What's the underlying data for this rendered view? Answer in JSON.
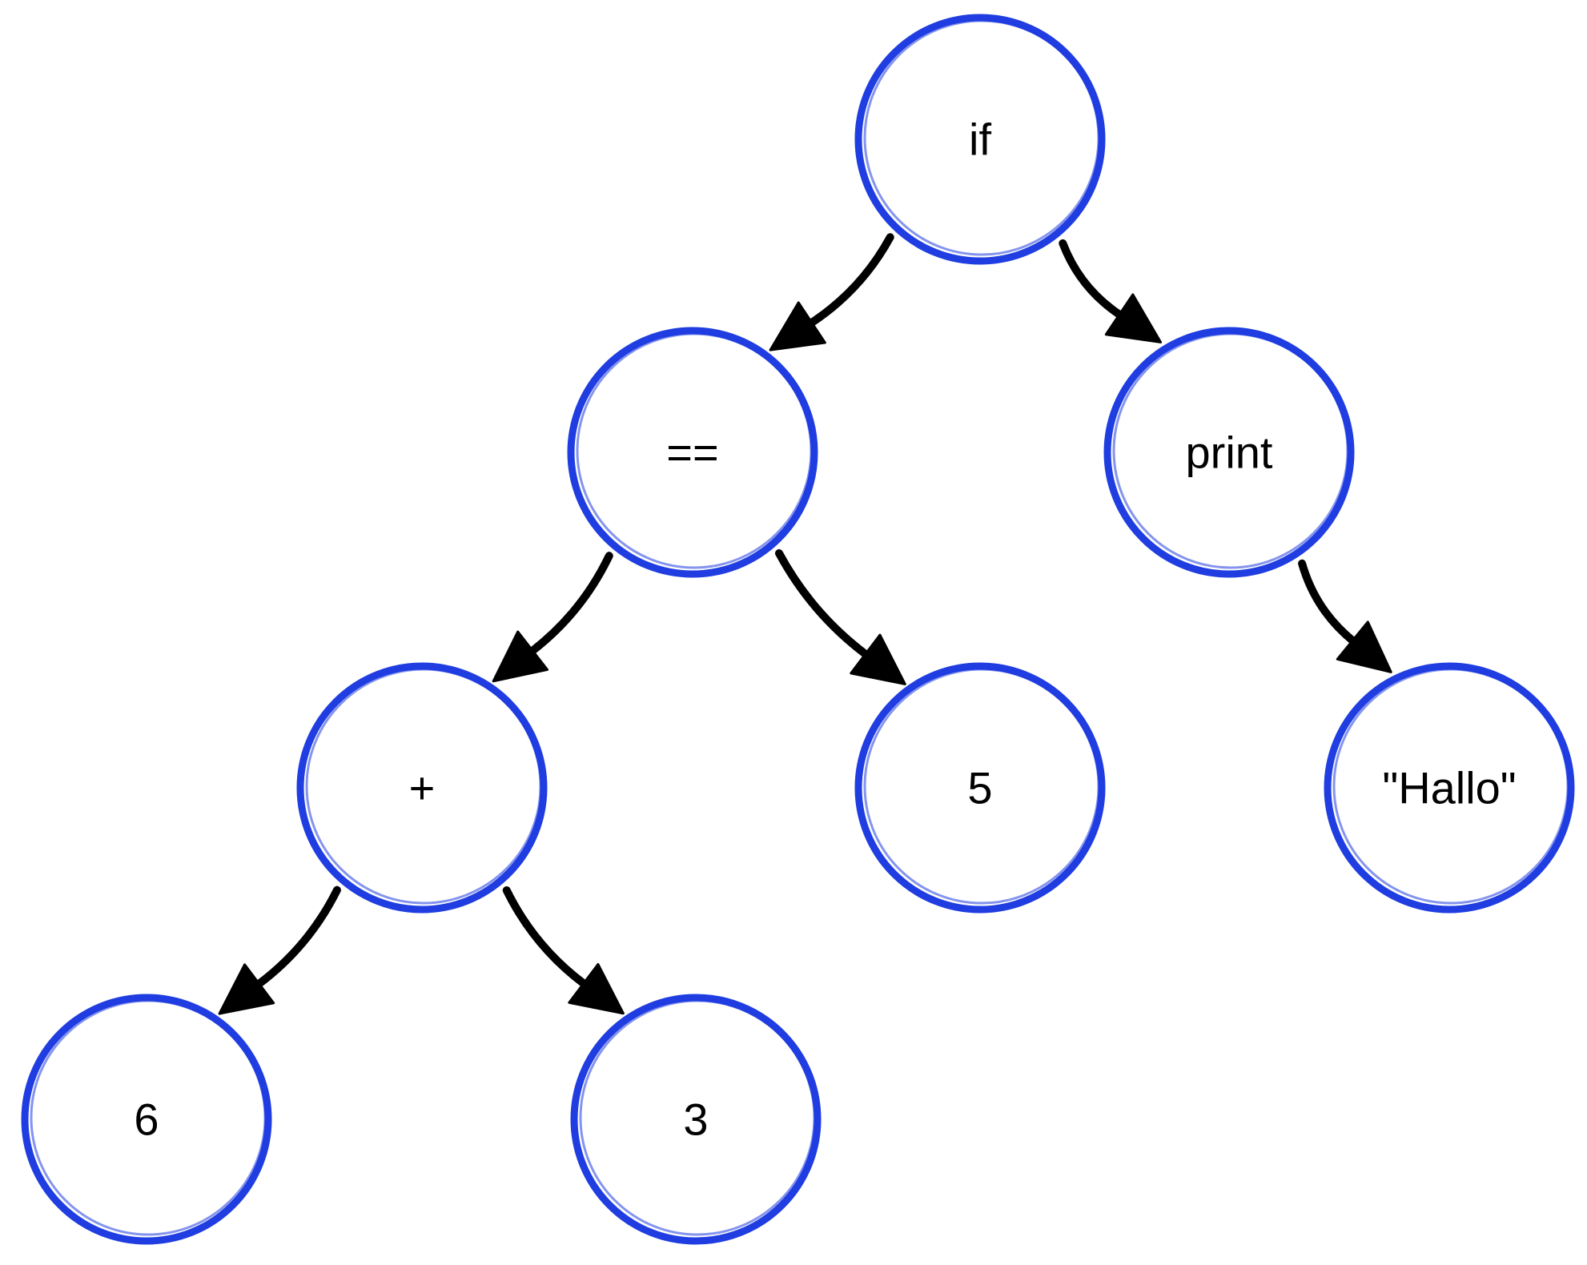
{
  "diagram": {
    "type": "tree",
    "colors": {
      "node_border": "#1f3de0",
      "edge": "#000000",
      "text": "#000000",
      "background": "#ffffff"
    },
    "nodes": [
      {
        "id": "if",
        "label": "if"
      },
      {
        "id": "eq",
        "label": "=="
      },
      {
        "id": "print",
        "label": "print"
      },
      {
        "id": "plus",
        "label": "+"
      },
      {
        "id": "five",
        "label": "5"
      },
      {
        "id": "hallo",
        "label": "\"Hallo\""
      },
      {
        "id": "six",
        "label": "6"
      },
      {
        "id": "three",
        "label": "3"
      }
    ],
    "edges": [
      {
        "from": "if",
        "to": "eq"
      },
      {
        "from": "if",
        "to": "print"
      },
      {
        "from": "eq",
        "to": "plus"
      },
      {
        "from": "eq",
        "to": "five"
      },
      {
        "from": "print",
        "to": "hallo"
      },
      {
        "from": "plus",
        "to": "six"
      },
      {
        "from": "plus",
        "to": "three"
      }
    ]
  }
}
